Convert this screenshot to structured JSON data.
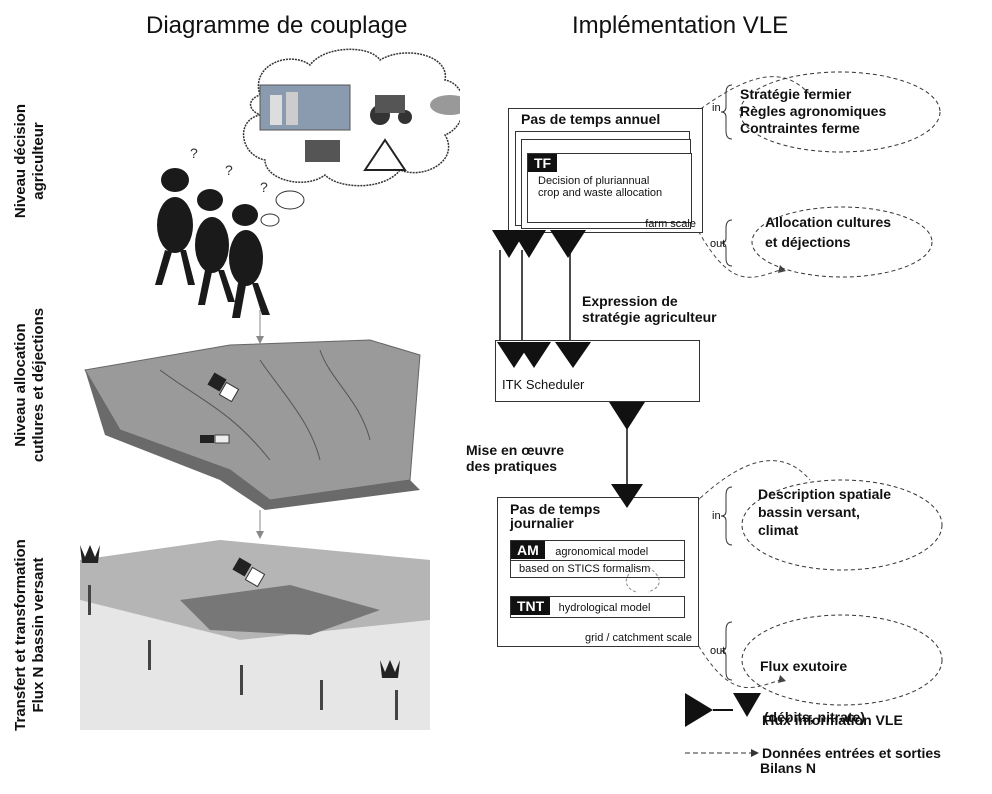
{
  "titles": {
    "left": "Diagramme de couplage",
    "right": "Implémentation VLE"
  },
  "side_labels": {
    "level1_line1": "Niveau décision",
    "level1_line2": "agriculteur",
    "level2_line1": "Niveau allocation",
    "level2_line2": "cutlures et  déjections",
    "level3_line1": "Transfert et transformation",
    "level3_line2": "Flux N bassin versant"
  },
  "annual_box": {
    "title": "Pas de temps annuel",
    "tf": "TF",
    "decision_line1": "Decision of pluriannual",
    "decision_line2": "crop and waste allocation",
    "scale": "farm scale"
  },
  "expression": {
    "line1": "Expression de",
    "line2": "stratégie agriculteur"
  },
  "scheduler": {
    "label": "ITK Scheduler"
  },
  "mise": {
    "line1": "Mise en œuvre",
    "line2": "des pratiques"
  },
  "daily_box": {
    "title_line1": "Pas de temps",
    "title_line2": "journalier",
    "am": "AM",
    "am_label": "agronomical model",
    "stics": "based on STICS formalism",
    "tnt": "TNT",
    "tnt_label": "hydrological model",
    "scale": "grid / catchment scale"
  },
  "io": {
    "in": "in",
    "out": "out",
    "farm_in": [
      "Stratégie fermier",
      "Règles agronomiques",
      "Contraintes ferme"
    ],
    "farm_out": [
      "Allocation cultures",
      "et déjections"
    ],
    "catch_in": [
      "Description spatiale",
      "bassin versant,",
      "climat"
    ],
    "catch_out": [
      "Flux exutoire",
      " (débits, nitrate)",
      "Bilans N"
    ]
  },
  "legend": {
    "flux": "Flux information VLE",
    "donnees": "Données entrées et sorties"
  },
  "icons": [
    "thought-cloud-icon",
    "farmers-illustration",
    "landscape-plot-illustration",
    "catchment-transfer-illustration"
  ]
}
